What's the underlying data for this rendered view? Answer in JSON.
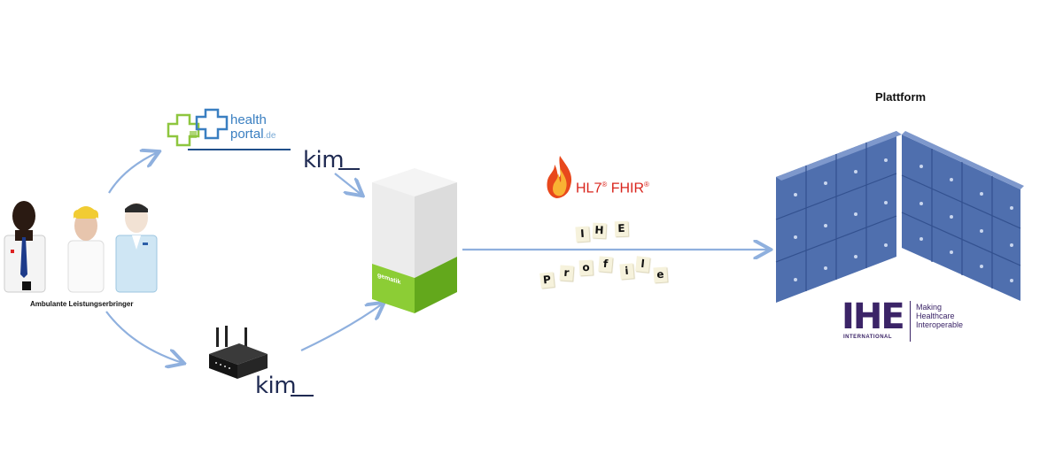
{
  "people_label": "Ambulante Leistungserbringer",
  "healthportal": {
    "line1": "health",
    "line2": "portal",
    "suffix": ".de"
  },
  "kim_top": "kim",
  "kim_bottom": "kim",
  "box_brand": "gematik",
  "fhir": {
    "hl7": "HL7",
    "fhir": "FHIR",
    "reg": "®"
  },
  "ihe_profile_letters": [
    "I",
    "H",
    "E",
    "P",
    "r",
    "o",
    "f",
    "i",
    "l",
    "e"
  ],
  "platform_label": "Plattform",
  "ihe_logo": {
    "main": "IHE",
    "sub": "INTERNATIONAL",
    "tagline": [
      "Making",
      "Healthcare",
      "Interoperable"
    ]
  },
  "colors": {
    "arrow": "#8fb0de",
    "ihe_purple": "#3b2467",
    "server_blue": "#4f6fae",
    "gematik_green": "#7fbf2a",
    "kim_navy": "#1f2a52"
  }
}
